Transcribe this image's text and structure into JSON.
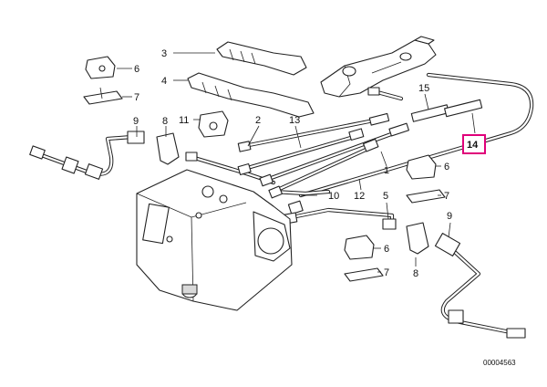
{
  "diagram": {
    "reference_number": "00004563",
    "highlight_color": "#e0007a",
    "callouts": [
      {
        "id": "c3",
        "label": "3"
      },
      {
        "id": "c4",
        "label": "4"
      },
      {
        "id": "c6a",
        "label": "6"
      },
      {
        "id": "c7a",
        "label": "7"
      },
      {
        "id": "c9a",
        "label": "9"
      },
      {
        "id": "c8a",
        "label": "8"
      },
      {
        "id": "c11",
        "label": "11"
      },
      {
        "id": "c2",
        "label": "2"
      },
      {
        "id": "c13",
        "label": "13"
      },
      {
        "id": "c15",
        "label": "15"
      },
      {
        "id": "c14",
        "label": "14",
        "highlighted": true
      },
      {
        "id": "c1",
        "label": "1"
      },
      {
        "id": "c6b",
        "label": "6"
      },
      {
        "id": "c7b",
        "label": "7"
      },
      {
        "id": "c10",
        "label": "10"
      },
      {
        "id": "c12",
        "label": "12"
      },
      {
        "id": "c5",
        "label": "5"
      },
      {
        "id": "c6c",
        "label": "6"
      },
      {
        "id": "c7c",
        "label": "7"
      },
      {
        "id": "c8b",
        "label": "8"
      },
      {
        "id": "c9b",
        "label": "9"
      }
    ]
  }
}
